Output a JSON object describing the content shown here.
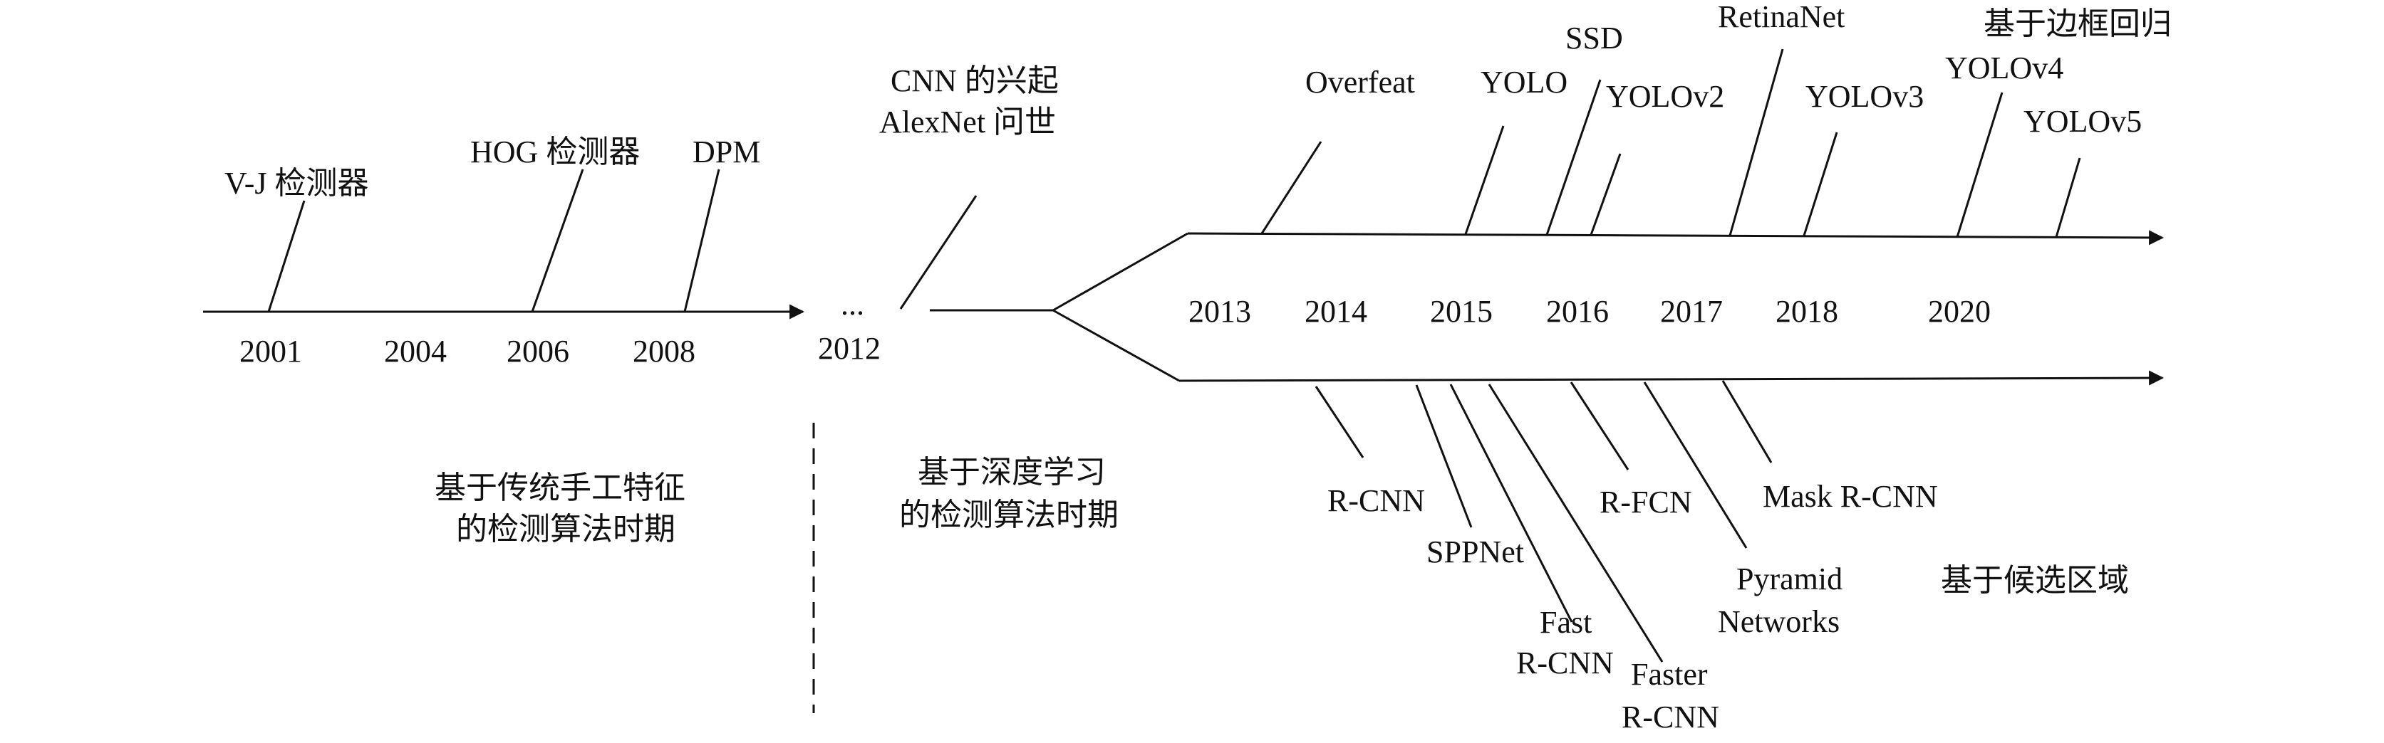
{
  "years": {
    "y2001": "2001",
    "y2004": "2004",
    "y2006": "2006",
    "y2008": "2008",
    "y2012": "2012",
    "ellipsis": "...",
    "y2013": "2013",
    "y2014": "2014",
    "y2015": "2015",
    "y2016": "2016",
    "y2017": "2017",
    "y2018": "2018",
    "y2020": "2020"
  },
  "traditional": {
    "vj": "V-J 检测器",
    "hog": "HOG 检测器",
    "dpm": "DPM",
    "period_line1": "基于传统手工特征",
    "period_line2": "的检测算法时期"
  },
  "deep": {
    "cnn_line1": "CNN 的兴起",
    "cnn_line2": "AlexNet 问世",
    "period_line1": "基于深度学习",
    "period_line2": "的检测算法时期"
  },
  "regression": {
    "category": "基于边框回归",
    "overfeat": "Overfeat",
    "yolo": "YOLO",
    "ssd": "SSD",
    "yolov2": "YOLOv2",
    "retinanet": "RetinaNet",
    "yolov3": "YOLOv3",
    "yolov4": "YOLOv4",
    "yolov5": "YOLOv5"
  },
  "region": {
    "category": "基于候选区域",
    "rcnn": "R-CNN",
    "sppnet": "SPPNet",
    "fast_line1": "Fast",
    "fast_line2": "R-CNN",
    "faster_line1": "Faster",
    "faster_line2": "R-CNN",
    "rfcn": "R-FCN",
    "fpn_line1": "Pyramid",
    "fpn_line2": "Networks",
    "mask": "Mask R-CNN"
  }
}
